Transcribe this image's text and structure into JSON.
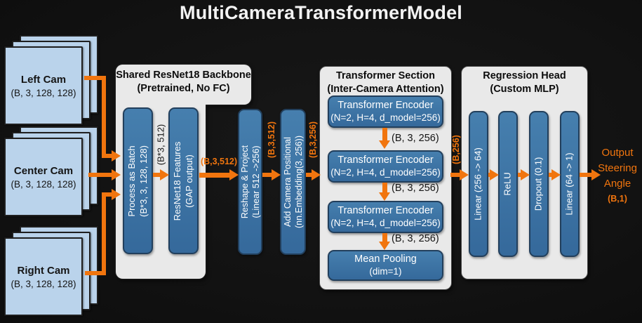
{
  "title": "MultiCameraTransformerModel",
  "cameras": {
    "left": {
      "name": "Left Cam",
      "shape": "(B, 3, 128, 128)"
    },
    "center": {
      "name": "Center Cam",
      "shape": "(B, 3, 128, 128)"
    },
    "right": {
      "name": "Right Cam",
      "shape": "(B, 3, 128, 128)"
    }
  },
  "backbone": {
    "title": "Shared ResNet18 Backbone",
    "subtitle": "(Pretrained, No FC)",
    "process_box": {
      "line1": "Process as Batch",
      "line2": "(B*3, 3, 128, 128)"
    },
    "features_box": {
      "line1": "ResNet18 Features",
      "line2": "(GAP output)"
    },
    "internal_shape_label": "(B*3, 512)"
  },
  "projection": {
    "reshape_box": {
      "line1": "Reshape & Project",
      "line2": "(Linear 512 ->256)"
    },
    "positional_box": {
      "line1": "Add Camera Positional",
      "line2": "(nn.Embedding(3, 256))"
    }
  },
  "flow_labels": {
    "backbone_to_reshape": "(B,3,512)",
    "reshape_to_positional": "(B,3,512)",
    "positional_to_transformer": "(B,3,256)",
    "transformer_to_head": "(B,256)"
  },
  "transformer": {
    "title": "Transformer Section",
    "subtitle": "(Inter-Camera Attention)",
    "encoder": {
      "line1": "Transformer Encoder",
      "line2": "(N=2, H=4, d_model=256)"
    },
    "inter_shape_label": "(B, 3, 256)",
    "pooling": {
      "line1": "Mean Pooling",
      "line2": "(dim=1)"
    }
  },
  "regression": {
    "title": "Regression Head",
    "subtitle": "(Custom MLP)",
    "layers": [
      "Linear (256 -> 64)",
      "ReLU",
      "Dropout (0.1)",
      "Linear (64 -> 1)"
    ]
  },
  "output": {
    "line1": "Output",
    "line2": "Steering",
    "line3": "Angle",
    "shape": "(B,1)"
  },
  "colors": {
    "accent_orange": "#f1750e",
    "box_blue": "#3b77a8",
    "camera_blue": "#bad3eb",
    "panel_gray": "#e9e9e9",
    "background": "#131313"
  }
}
